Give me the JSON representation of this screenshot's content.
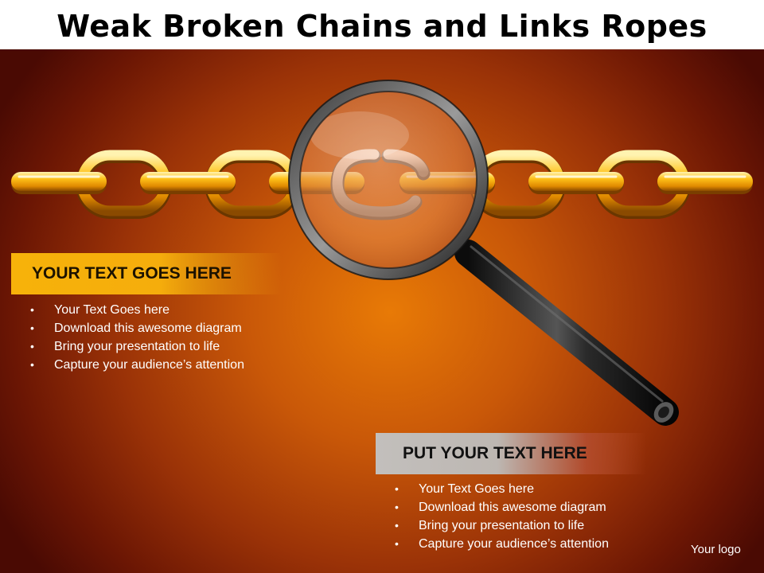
{
  "slide": {
    "title": "Weak Broken Chains and Links Ropes"
  },
  "box_left": {
    "heading": "YOUR TEXT GOES HERE",
    "bullets": [
      "Your Text Goes here",
      "Download this awesome diagram",
      "Bring your presentation to life",
      "Capture your audience’s attention"
    ]
  },
  "box_right": {
    "heading": "PUT YOUR TEXT HERE",
    "bullets": [
      "Your Text Goes here",
      "Download this awesome diagram",
      "Bring your presentation to life",
      "Capture your audience’s attention"
    ]
  },
  "footer": {
    "logo": "Your logo"
  },
  "colors": {
    "chain_gold": "#f5a623",
    "broken_link": "#c9c9c9",
    "box_left_accent": "#f7b20a",
    "box_right_accent": "#bdb7b2",
    "background_center": "#e87a06",
    "background_edge": "#4a0a03"
  }
}
